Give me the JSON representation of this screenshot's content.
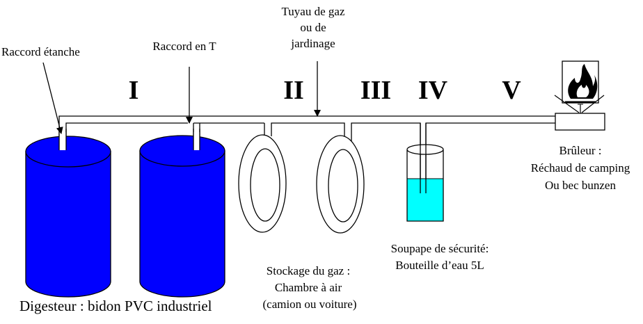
{
  "labels": {
    "raccord_etanche": "Raccord étanche",
    "raccord_t": "Raccord en T",
    "tuyau": [
      "Tuyau de gaz",
      "ou de",
      "jardinage"
    ],
    "digesteur": "Digesteur : bidon PVC industriel",
    "stockage": [
      "Stockage du gaz :",
      "Chambre à air",
      "(camion ou voiture)"
    ],
    "soupape": [
      "Soupape de sécurité:",
      "Bouteille d’eau 5L"
    ],
    "bruleur": [
      "Brûleur :",
      "Réchaud de camping",
      "Ou bec bunzen"
    ]
  },
  "sections": [
    "I",
    "II",
    "III",
    "IV",
    "V"
  ],
  "colors": {
    "digester_fill": "#0000ff",
    "water_fill": "#00ffff",
    "outline": "#000000",
    "background": "#ffffff"
  },
  "icons": {
    "flame": "flammable-hazard-icon"
  }
}
